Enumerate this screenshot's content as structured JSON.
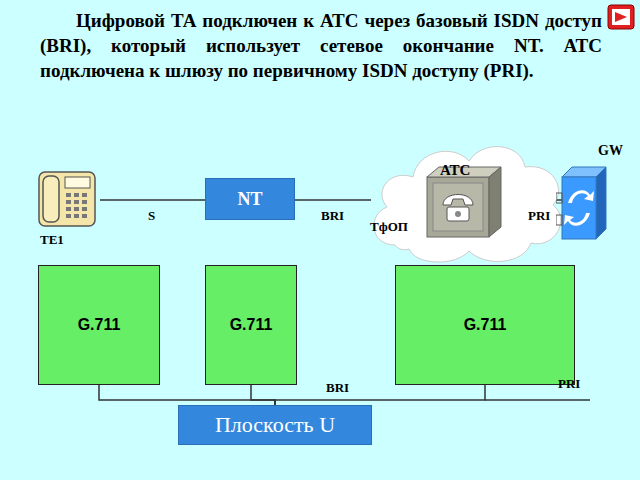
{
  "diagram": {
    "title": "Цифровой ТА подключен к АТС через базовый ISDN доступ (BRI), который использует сетевое окончание NT. АТС подключена к шлюзу по первичному ISDN доступу (PRI).",
    "nodes": [
      {
        "text": [
          "TE1"
        ]
      },
      {
        "text": [
          "NT"
        ]
      },
      {
        "text": [
          "АТС",
          "ТфОП"
        ]
      },
      {
        "text": [
          "GW"
        ]
      },
      {
        "text": [
          "G.711"
        ]
      },
      {
        "text": [
          "G.711"
        ]
      },
      {
        "text": [
          "G.711"
        ]
      },
      {
        "text": [
          "Плоскость U"
        ]
      }
    ],
    "edges": [
      {
        "from": 0,
        "to": 1,
        "label": "S",
        "arrow": "none"
      },
      {
        "from": 1,
        "to": 2,
        "label": "BRI",
        "arrow": "none"
      },
      {
        "from": 2,
        "to": 3,
        "label": "PRI",
        "arrow": "none"
      },
      {
        "from": 4,
        "to": 7,
        "arrow": "none"
      },
      {
        "from": 5,
        "to": 7,
        "arrow": "none"
      },
      {
        "from": 6,
        "to": 7,
        "arrow": "none"
      }
    ],
    "labels": [
      "BRI",
      "PRI"
    ]
  }
}
